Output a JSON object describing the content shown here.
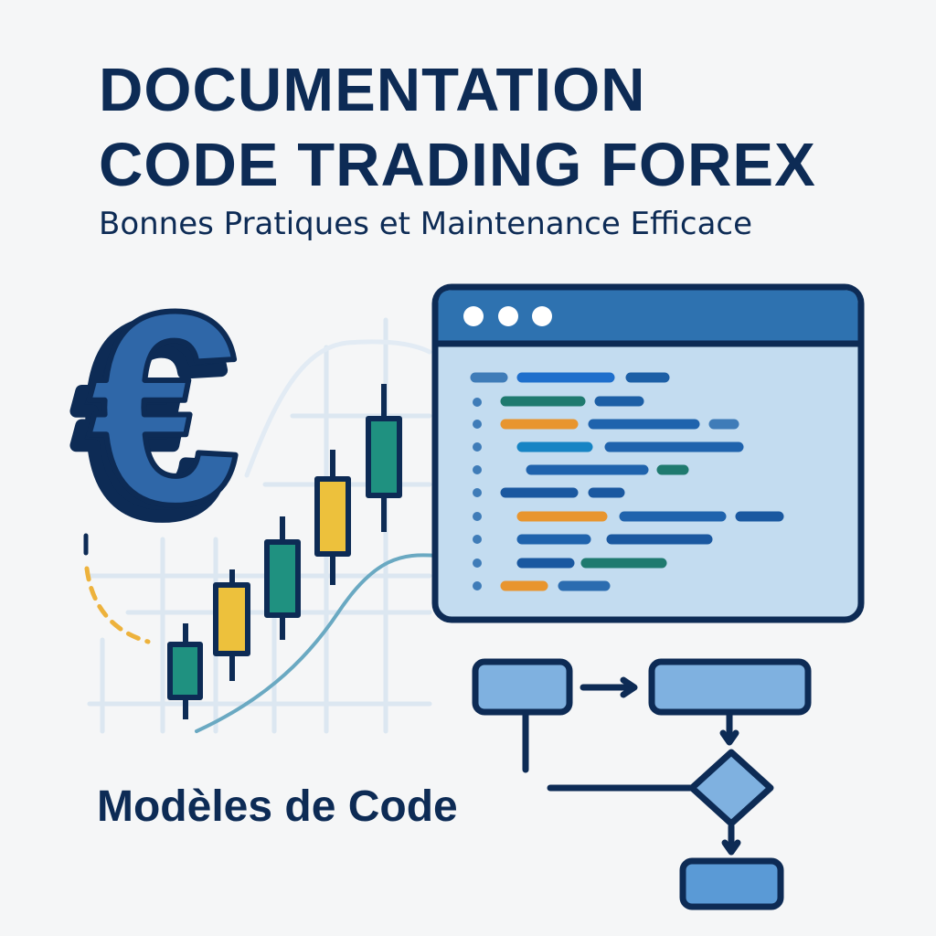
{
  "header": {
    "title_line1": "DOCUMENTATION",
    "title_line2": "CODE TRADING FOREX",
    "subtitle": "Bonnes Pratiques et Maintenance Efficace"
  },
  "caption": "Modèles de Code",
  "illustration": {
    "currency_icon": "euro-icon",
    "chart": "candlestick-chart",
    "candles": [
      {
        "color": "#1f9180",
        "type": "bullish"
      },
      {
        "color": "#edc13c",
        "type": "neutral"
      },
      {
        "color": "#1f9180",
        "type": "bullish"
      },
      {
        "color": "#edc13c",
        "type": "neutral"
      },
      {
        "color": "#1f9180",
        "type": "bullish"
      }
    ],
    "code_window": {
      "window_dots": 3,
      "line_count": 10
    },
    "flowchart": {
      "nodes": [
        "process",
        "process",
        "decision",
        "process"
      ]
    }
  },
  "colors": {
    "navy": "#0d2b55",
    "blue": "#2e6cb0",
    "light_blue": "#c3dcf0",
    "teal": "#1f9180",
    "yellow": "#edc13c",
    "orange": "#e8952e",
    "grid": "#dbe6f0"
  }
}
